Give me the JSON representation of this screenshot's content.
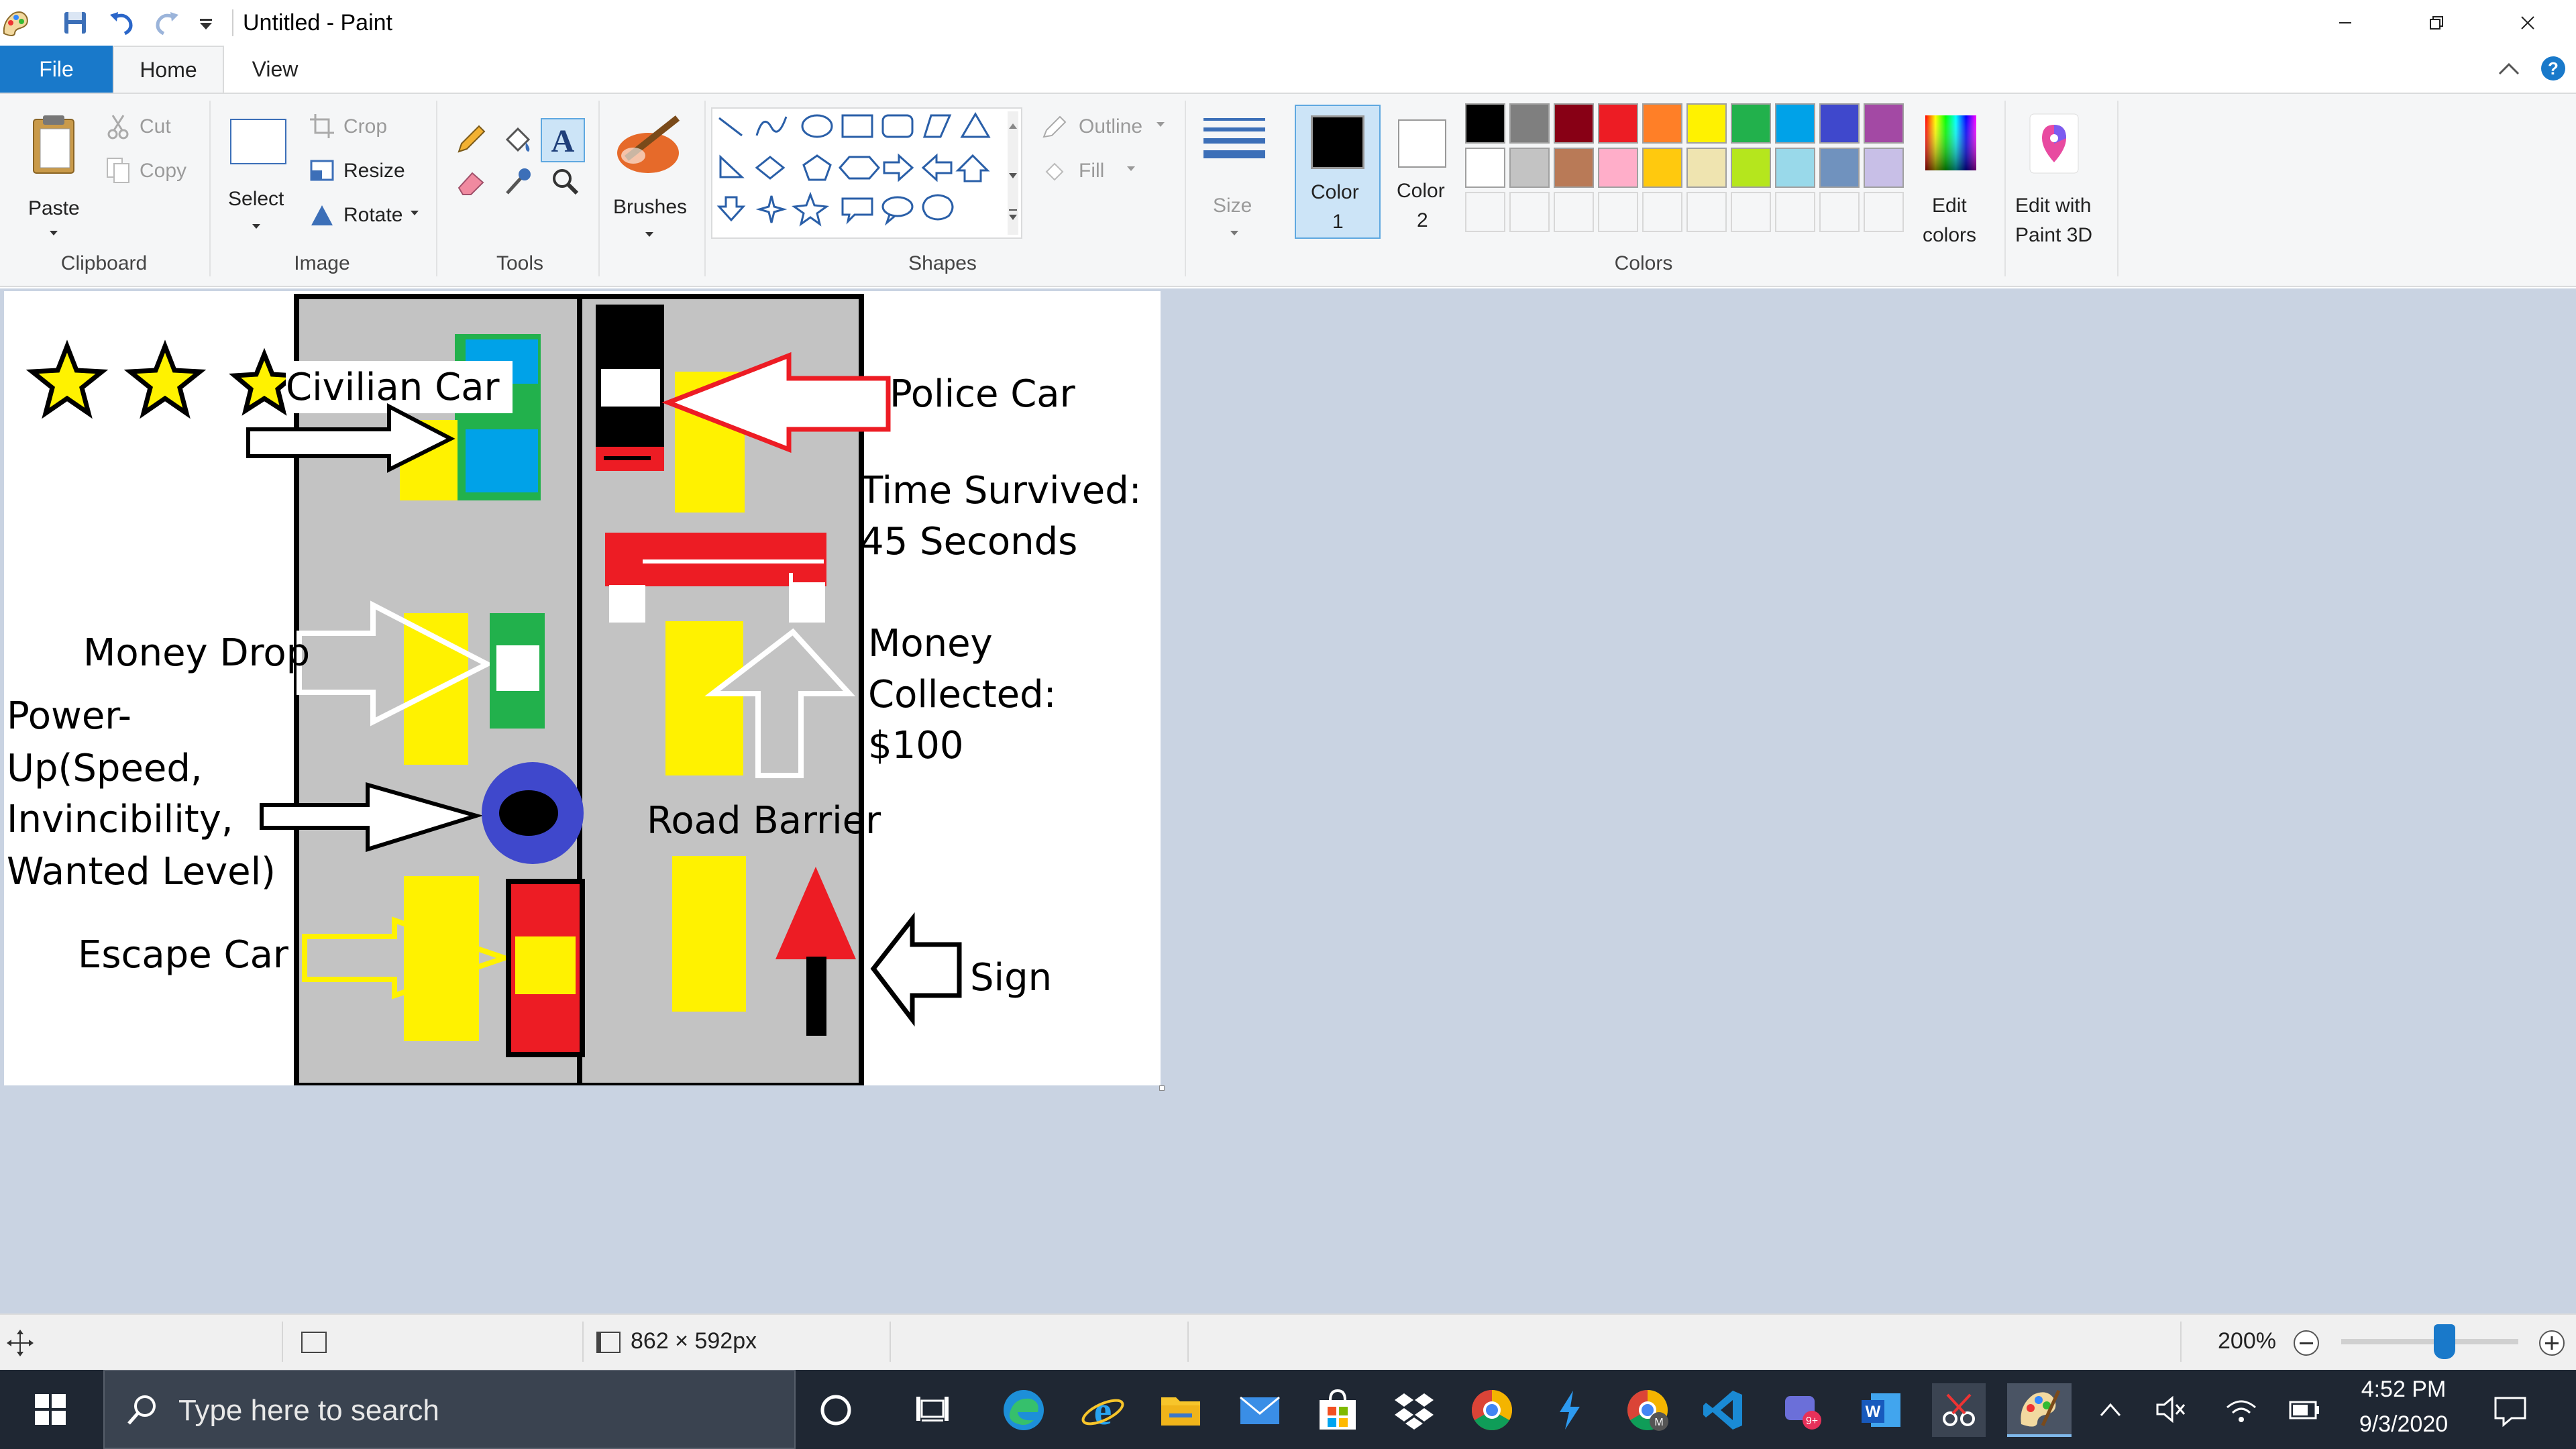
{
  "window": {
    "title": "Untitled - Paint",
    "minimize_icon": "minimize-icon",
    "maximize_icon": "restore-icon",
    "close_icon": "close-icon"
  },
  "quick_access": [
    "save-icon",
    "undo-icon",
    "redo-icon",
    "customize-icon"
  ],
  "tabs": {
    "file": "File",
    "home": "Home",
    "view": "View"
  },
  "ribbon": {
    "clipboard": {
      "paste": "Paste",
      "cut": "Cut",
      "copy": "Copy",
      "label": "Clipboard"
    },
    "image": {
      "select": "Select",
      "crop": "Crop",
      "resize": "Resize",
      "rotate": "Rotate",
      "label": "Image"
    },
    "tools": {
      "label": "Tools"
    },
    "brushes": {
      "label": "Brushes"
    },
    "shapes": {
      "outline": "Outline",
      "fill": "Fill",
      "label": "Shapes"
    },
    "size": {
      "label": "Size"
    },
    "colors": {
      "color1": "Color",
      "color1_num": "1",
      "color2": "Color",
      "color2_num": "2",
      "edit_colors": [
        "Edit",
        "colors"
      ],
      "edit_paint3d": [
        "Edit with",
        "Paint 3D"
      ],
      "label": "Colors",
      "color1_value": "#000000",
      "color2_value": "#ffffff",
      "palette_row1": [
        "#000000",
        "#7f7f7f",
        "#880015",
        "#ed1c24",
        "#ff7f27",
        "#fff200",
        "#22b14c",
        "#00a2e8",
        "#3f48cc",
        "#a349a4"
      ],
      "palette_row2": [
        "#ffffff",
        "#c3c3c3",
        "#b97a57",
        "#ffaec9",
        "#ffc90e",
        "#efe4b0",
        "#b5e61d",
        "#99d9ea",
        "#7092be",
        "#c8bfe7"
      ]
    }
  },
  "canvas": {
    "labels": {
      "civilian_car": "Civilian Car",
      "police_car": "Police Car",
      "time_survived_1": "Time Survived:",
      "time_survived_2": "45 Seconds",
      "money_drop": "Money Drop",
      "money_collected_1": "Money",
      "money_collected_2": "Collected:",
      "money_collected_3": "$100",
      "powerup_1": "Power-",
      "powerup_2": "Up(Speed,",
      "powerup_3": "Invincibility,",
      "powerup_4": "Wanted Level)",
      "road_barrier": "Road Barrier",
      "escape_car": "Escape Car",
      "sign": "Sign"
    },
    "colors": {
      "road": "#c3c3c3",
      "yellow": "#fff200",
      "red": "#ed1c24",
      "green": "#22b14c",
      "blue": "#00a2e8",
      "powerup": "#3f48cc"
    }
  },
  "status": {
    "dimensions": "862 × 592px",
    "zoom": "200%"
  },
  "taskbar": {
    "search_placeholder": "Type here to search",
    "time": "4:52 PM",
    "date": "9/3/2020",
    "badge": "9+"
  }
}
